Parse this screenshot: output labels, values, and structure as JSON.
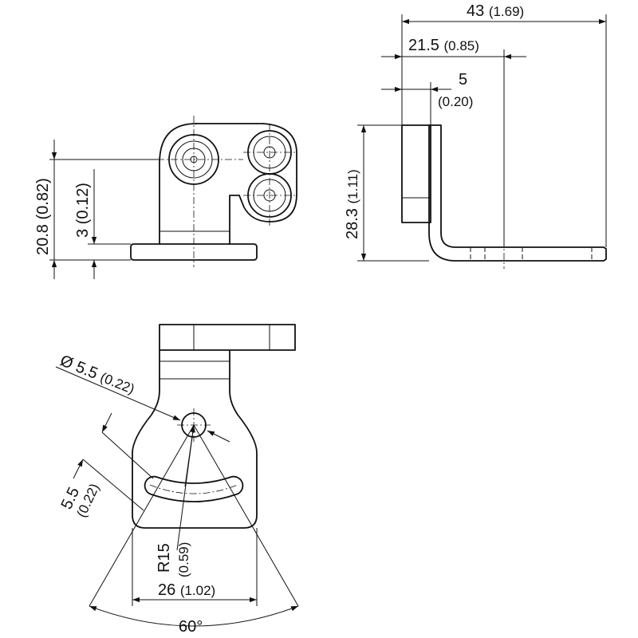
{
  "dimensions": {
    "overall_width": "43",
    "overall_width_in": "(1.69)",
    "bend_offset": "21.5",
    "bend_offset_in": "(0.85)",
    "thickness": "5",
    "thickness_in": "(0.20)",
    "total_height": "28.3",
    "total_height_in": "(1.11)",
    "axis_height": "20.8",
    "axis_height_in": "(0.82)",
    "base_thickness": "3",
    "base_thickness_in": "(0.12)",
    "hole_diameter": "Ø 5.5",
    "hole_diameter_in": "(0.22)",
    "slot_width": "5.5",
    "slot_width_in": "(0.22)",
    "slot_radius": "R15",
    "slot_radius_in": "(0.59)",
    "bracket_width": "26",
    "bracket_width_in": "(1.02)",
    "slot_angle": "60°"
  }
}
